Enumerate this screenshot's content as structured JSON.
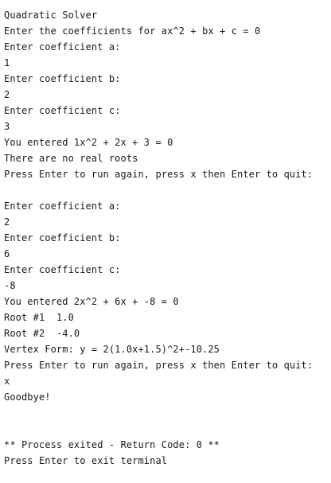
{
  "terminal": {
    "lines": [
      "Quadratic Solver",
      "Enter the coefficients for ax^2 + bx + c = 0",
      "Enter coefficient a:",
      "1",
      "Enter coefficient b:",
      "2",
      "Enter coefficient c:",
      "3",
      "You entered 1x^2 + 2x + 3 = 0",
      "There are no real roots",
      "Press Enter to run again, press x then Enter to quit:",
      "",
      "Enter coefficient a:",
      "2",
      "Enter coefficient b:",
      "6",
      "Enter coefficient c:",
      "-8",
      "You entered 2x^2 + 6x + -8 = 0",
      "Root #1  1.0",
      "Root #2  -4.0",
      "Vertex Form: y = 2(1.0x+1.5)^2+-10.25",
      "Press Enter to run again, press x then Enter to quit:",
      "x",
      "Goodbye!",
      "",
      "",
      "** Process exited - Return Code: 0 **",
      "Press Enter to exit terminal"
    ]
  }
}
